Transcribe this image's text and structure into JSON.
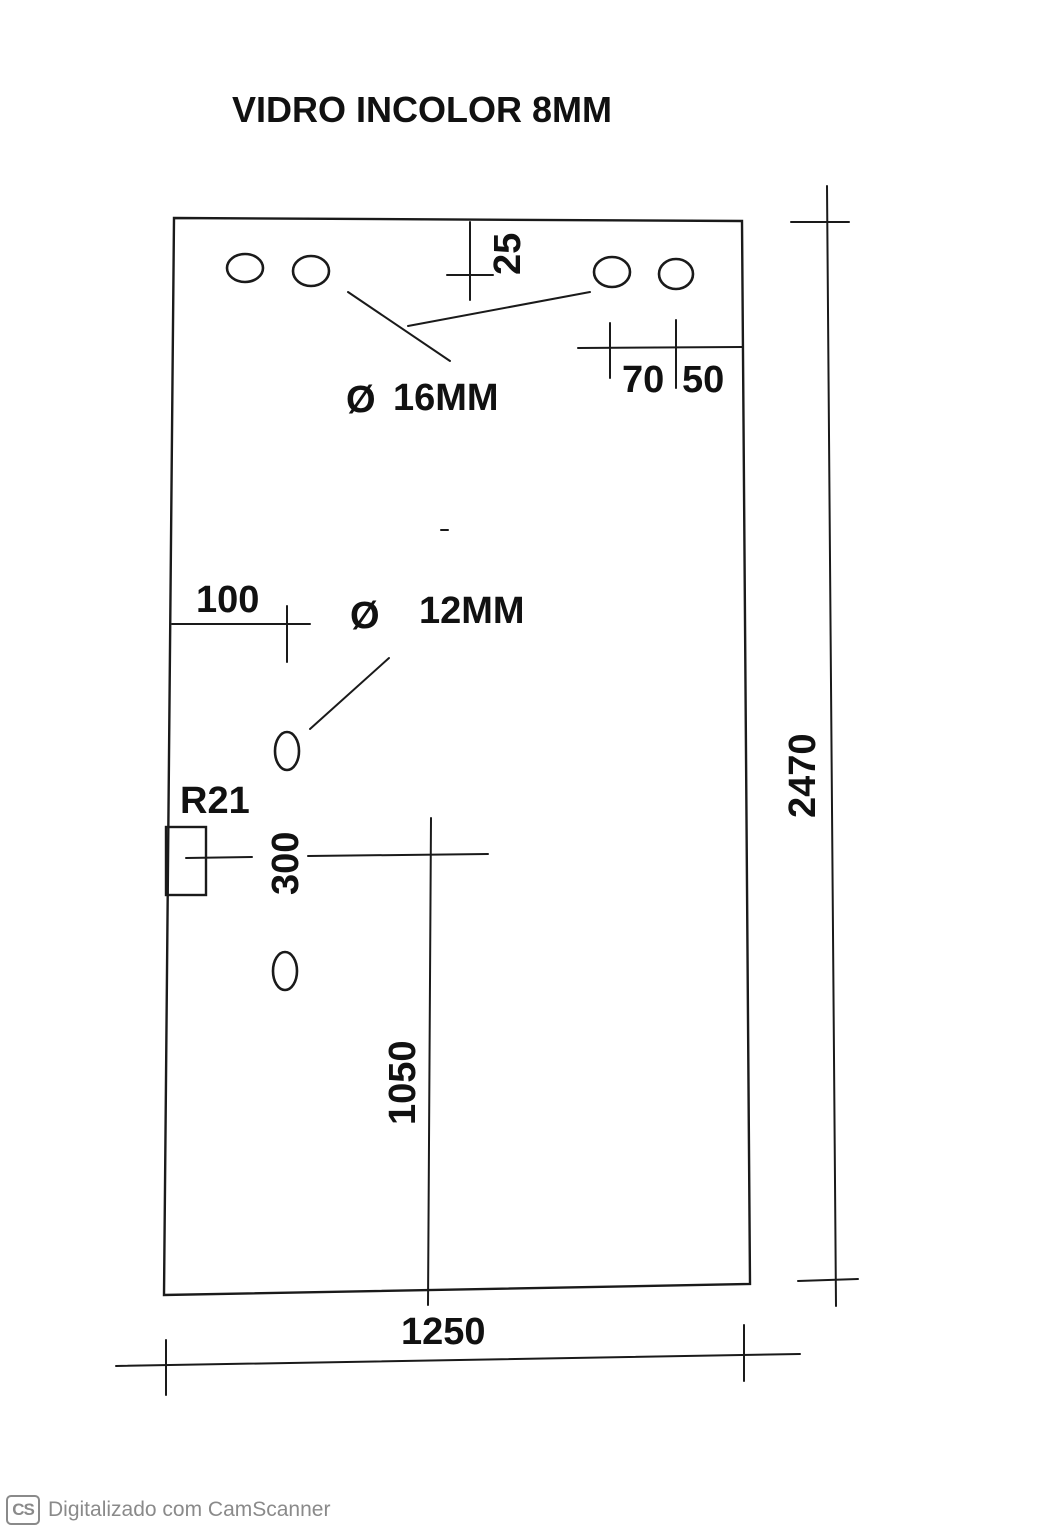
{
  "title": "VIDRO INCOLOR 8MM",
  "dimensions": {
    "height": "2470",
    "width": "1250",
    "top_offset": "25",
    "hole_spacing_a": "70",
    "hole_spacing_b": "50",
    "left_offset": "100",
    "hinge_offset": "300",
    "handle_height": "1050",
    "notch_label": "R21"
  },
  "holes": {
    "large_label": "Ø16MM",
    "small_label": "Ø12MM",
    "large_symbol": "Ø",
    "large_size": "16MM",
    "small_symbol": "Ø",
    "small_size": "12MM"
  },
  "watermark": {
    "logo": "CS",
    "text": "Digitalizado com CamScanner"
  }
}
